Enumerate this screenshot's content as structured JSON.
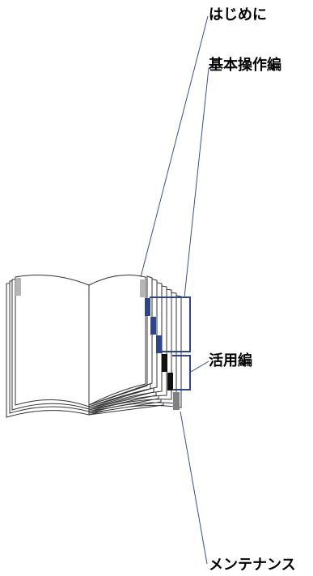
{
  "labels": {
    "introduction": "はじめに",
    "basic_operations": "基本操作編",
    "advanced_usage": "活用編",
    "maintenance": "メンテナンス"
  },
  "colors": {
    "leader_line": "#3a4f94",
    "bracket": "#2b4590",
    "tab_blue": "#2b4590",
    "tab_black": "#111111",
    "tab_gray": "#b5b5b5",
    "tab_dark_gray": "#808080",
    "page_outline": "#333333"
  },
  "icons": {
    "book": "open-book-with-index-tabs"
  }
}
